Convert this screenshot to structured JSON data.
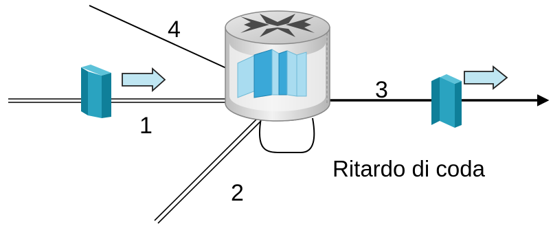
{
  "links": [
    {
      "id": "link-1",
      "label": "1"
    },
    {
      "id": "link-2",
      "label": "2"
    },
    {
      "id": "link-3",
      "label": "3"
    },
    {
      "id": "link-4",
      "label": "4"
    }
  ],
  "caption": "Ritardo di coda",
  "icons": {
    "router": "router-icon",
    "packet": "packet-icon",
    "arrow": "arrow-right-icon"
  },
  "colors": {
    "packet_front": "#2aa3c0",
    "packet_side": "#0f7f99",
    "queue_dark": "#3aa8d8",
    "queue_light": "#a9dcf0",
    "router_body": "#e6e6e6",
    "arrow_fill": "#bfe6f2",
    "line": "#000000"
  }
}
